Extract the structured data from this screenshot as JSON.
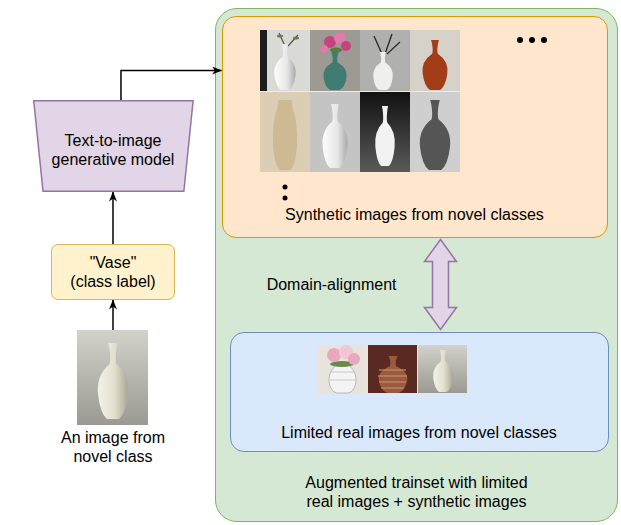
{
  "diagram": {
    "nodes": [
      {
        "text": [
          "Augmented trainset with limited real images + synthetic images"
        ]
      },
      {
        "text": [
          "Synthetic images from novel classes"
        ],
        "in": 0
      },
      {
        "text": [
          "Limited real images from novel classes"
        ],
        "in": 0
      },
      {
        "text": [
          "Text-to-image generative model"
        ]
      },
      {
        "text": [
          "\"Vase\" (class label)"
        ]
      },
      {
        "text": [
          "An image from novel class"
        ]
      }
    ],
    "edges": [
      {
        "from": 5,
        "to": 4,
        "arrow": "to"
      },
      {
        "from": 4,
        "to": 3,
        "arrow": "to"
      },
      {
        "from": 3,
        "to": 1,
        "arrow": "to"
      },
      {
        "from": 1,
        "to": 2,
        "label": "Domain-alignment",
        "arrow": "both"
      }
    ]
  }
}
